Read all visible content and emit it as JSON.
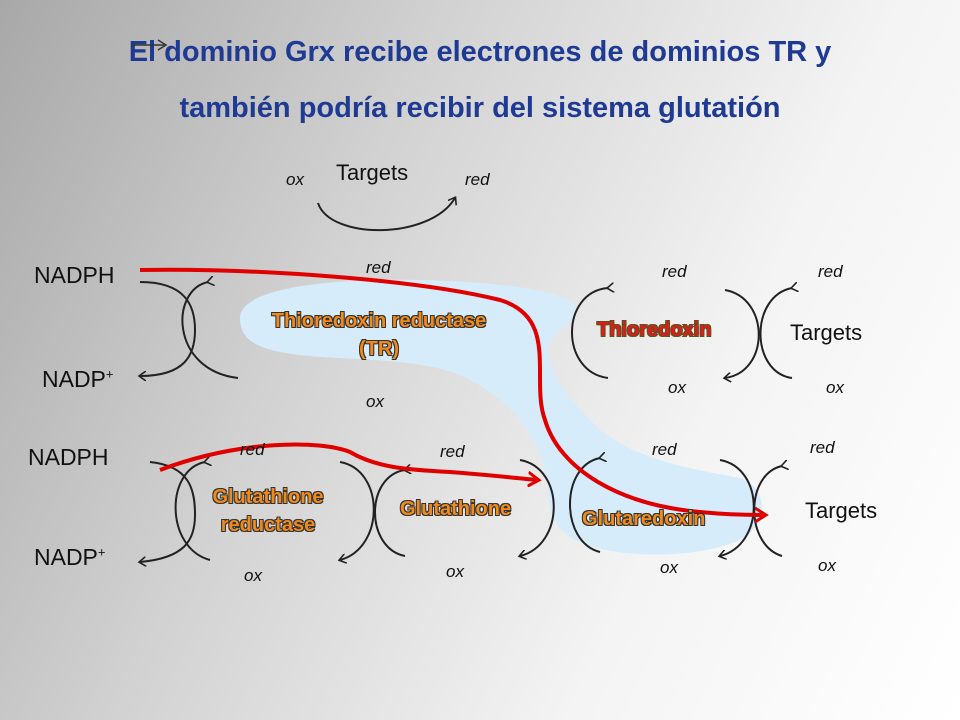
{
  "title": {
    "line1": "El dominio Grx recibe electrones de dominios TR y",
    "line2": "también podría recibir del sistema glutatión"
  },
  "colors": {
    "title": "#1f3a93",
    "enzyme_text": "#f08a1c",
    "enzyme_highlight": "#e41a1a",
    "electron_path": "#e00000",
    "domain_fill": "#d6ecfb"
  },
  "labels": {
    "nadph_top": "NADPH",
    "nadp_top": "NADP",
    "nadph_bottom": "NADPH",
    "nadp_bottom": "NADP",
    "nadp_plus": "+",
    "targets_top": "Targets",
    "targets_mid": "Targets",
    "targets_bottom": "Targets",
    "ox": "ox",
    "red": "red"
  },
  "enzymes": {
    "tr_line1": "Thioredoxin reductase",
    "tr_line2": "(TR)",
    "thioredoxin": "Thioredoxin",
    "gr_line1": "Glutathione",
    "gr_line2": "reductase",
    "glutathione": "Glutathione",
    "glutaredoxin": "Glutaredoxin"
  }
}
